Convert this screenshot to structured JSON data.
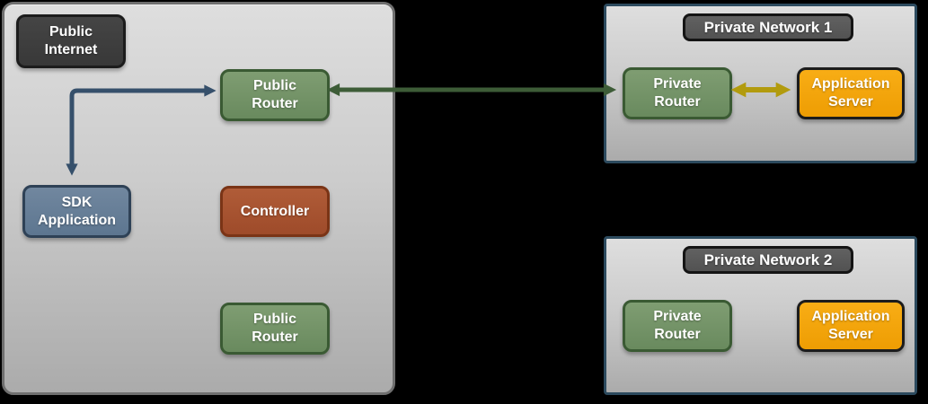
{
  "page": {
    "background": "#000000",
    "description": "Network architecture diagram with public internet zone and two private networks"
  },
  "zones": {
    "public_internet": {
      "label": "Public Internet"
    },
    "private_network_1": {
      "title": "Private Network 1"
    },
    "private_network_2": {
      "title": "Private Network 2"
    }
  },
  "nodes": {
    "public_router_top": {
      "label": "Public Router",
      "fill": "#74926a"
    },
    "sdk_application": {
      "label": "SDK Application",
      "fill": "#67809c"
    },
    "controller": {
      "label": "Controller",
      "fill": "#a85331"
    },
    "public_router_bottom": {
      "label": "Public Router",
      "fill": "#74926a"
    },
    "pn1_private_router": {
      "label": "Private Router",
      "fill": "#74926a"
    },
    "pn1_application_server": {
      "label": "Application Server",
      "fill": "#f2a30f"
    },
    "pn2_private_router": {
      "label": "Private Router",
      "fill": "#74926a"
    },
    "pn2_application_server": {
      "label": "Application Server",
      "fill": "#f2a30f"
    }
  },
  "connectors": {
    "sdk_public_router": {
      "color": "#36506b",
      "style": "elbow",
      "bidirectional": true,
      "from": "sdk_application",
      "to": "public_router_top"
    },
    "public_private_router": {
      "color": "#3d5c37",
      "style": "straight",
      "bidirectional": true,
      "from": "public_router_top",
      "to": "pn1_private_router"
    },
    "router_app_server": {
      "color": "#b29b0e",
      "style": "straight",
      "bidirectional": true,
      "from": "pn1_private_router",
      "to": "pn1_application_server"
    }
  }
}
